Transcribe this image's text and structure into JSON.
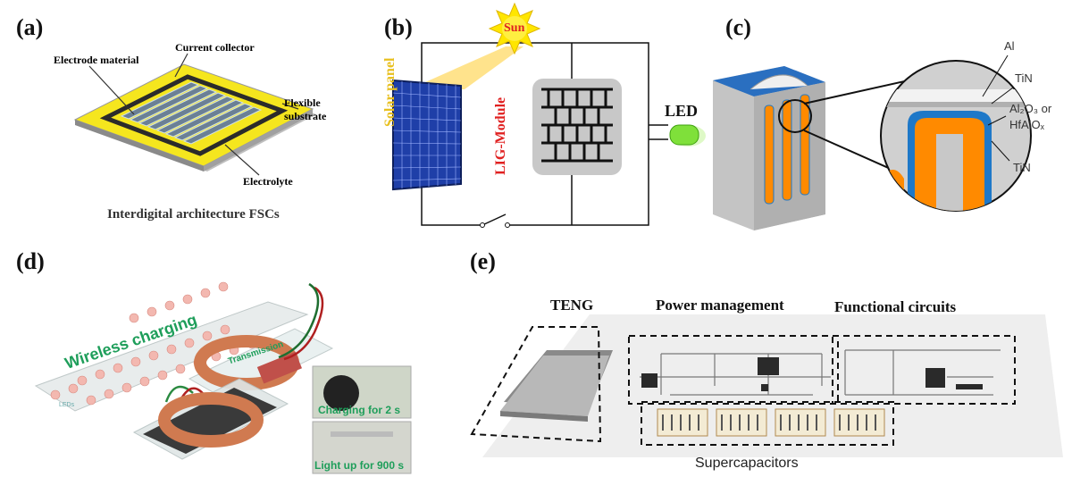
{
  "panels": {
    "a": {
      "label": "(a)",
      "electrode_material": "Electrode material",
      "current_collector": "Current collector",
      "flexible_substrate": "Flexible substrate",
      "electrolyte": "Electrolyte",
      "caption": "Interdigital architecture FSCs"
    },
    "b": {
      "label": "(b)",
      "sun": "Sun",
      "solar_panel": "Solar panel",
      "lig_module": "LIG-Module",
      "led": "LED"
    },
    "c": {
      "label": "(c)",
      "al": "Al",
      "tin_top": "TiN",
      "oxide_line1": "Al₂O₃ or",
      "oxide_line2": "HfAlOₓ",
      "tin_bottom": "TiN"
    },
    "d": {
      "label": "(d)",
      "wireless_charging": "Wireless charging",
      "transmission": "Transmission",
      "charging": "Charging for 2 s",
      "light_up": "Light up for 900 s",
      "leds": "LEDs"
    },
    "e": {
      "label": "(e)",
      "teng": "TENG",
      "power_management": "Power management",
      "functional_circuits": "Functional circuits",
      "supercapacitors": "Supercapacitors"
    }
  },
  "colors": {
    "substrate_yellow": "#f5e61e",
    "collector_dark": "#2b2b2b",
    "electrode_gray": "#6b7f95",
    "sun_yellow": "#ffe600",
    "sun_text_red": "#e02020",
    "solar_blue": "#1f3fa8",
    "lig_gray": "#c8c8c8",
    "led_green": "#7fe03a",
    "cap_orange": "#ff8a00",
    "cap_blue": "#1e78c8",
    "wireless_green": "#1e9e5a",
    "coil_copper": "#d07a50"
  }
}
